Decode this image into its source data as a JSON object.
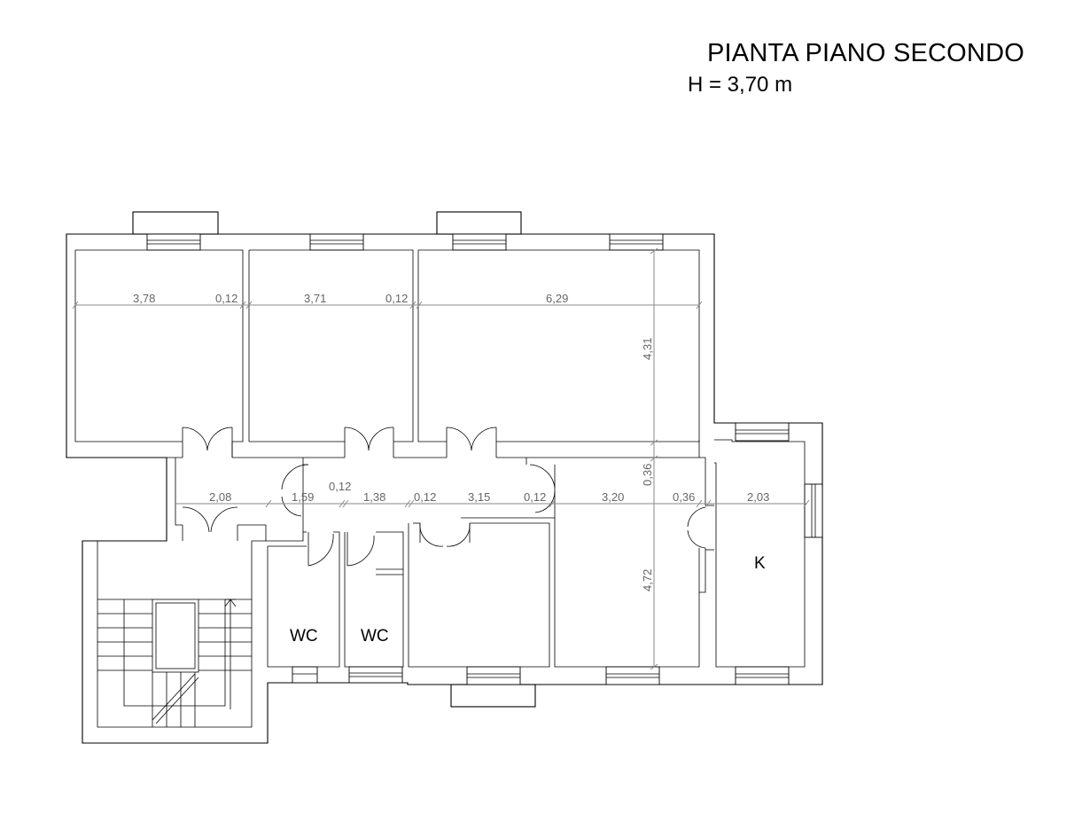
{
  "header": {
    "title": "PIANTA PIANO SECONDO",
    "height": "H = 3,70 m"
  },
  "rooms": {
    "wc1": "WC",
    "wc2": "WC",
    "kitchen": "K"
  },
  "dimensions": {
    "top_row": [
      "3,78",
      "0,12",
      "3,71",
      "0,12",
      "6,29"
    ],
    "corridor_row": [
      "2,08",
      "1,59",
      "0,12",
      "1,38",
      "0,12",
      "3,15",
      "0,12",
      "3,20",
      "0,36",
      "2,03"
    ],
    "vertical": [
      "4,31",
      "0,36",
      "4,72"
    ]
  }
}
